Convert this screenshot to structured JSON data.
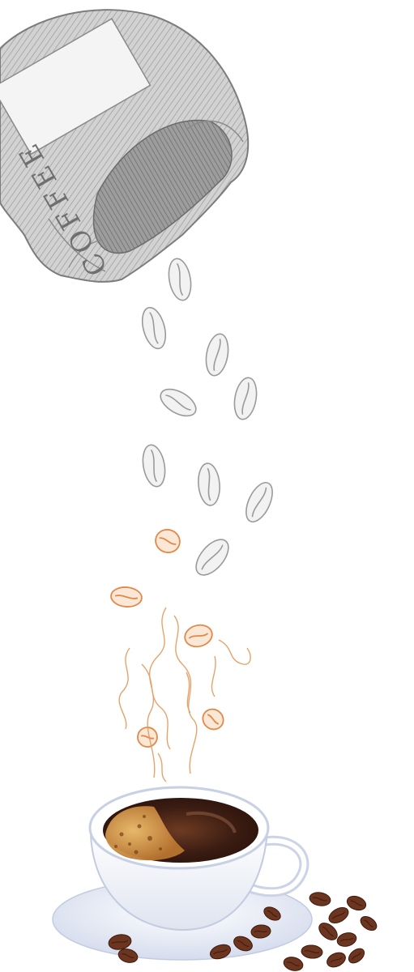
{
  "bag": {
    "label": "COFFEE"
  },
  "palette": {
    "background": "#ffffff",
    "sketch_grey": "#8a8a8a",
    "bag_fill": "#c9c9c9",
    "bag_shade": "#a9a9a9",
    "orange_bean": "#e2894a",
    "steam_orange": "#e39a5d",
    "coffee_dark": "#3a1c12",
    "crema": "#c98a3a",
    "cup_shadow": "#cfd6e6",
    "roasted_bean": "#6b3520"
  },
  "icons": [
    "coffee-bag",
    "falling-coffee-bean",
    "steam",
    "coffee-cup",
    "saucer",
    "roasted-coffee-bean"
  ]
}
